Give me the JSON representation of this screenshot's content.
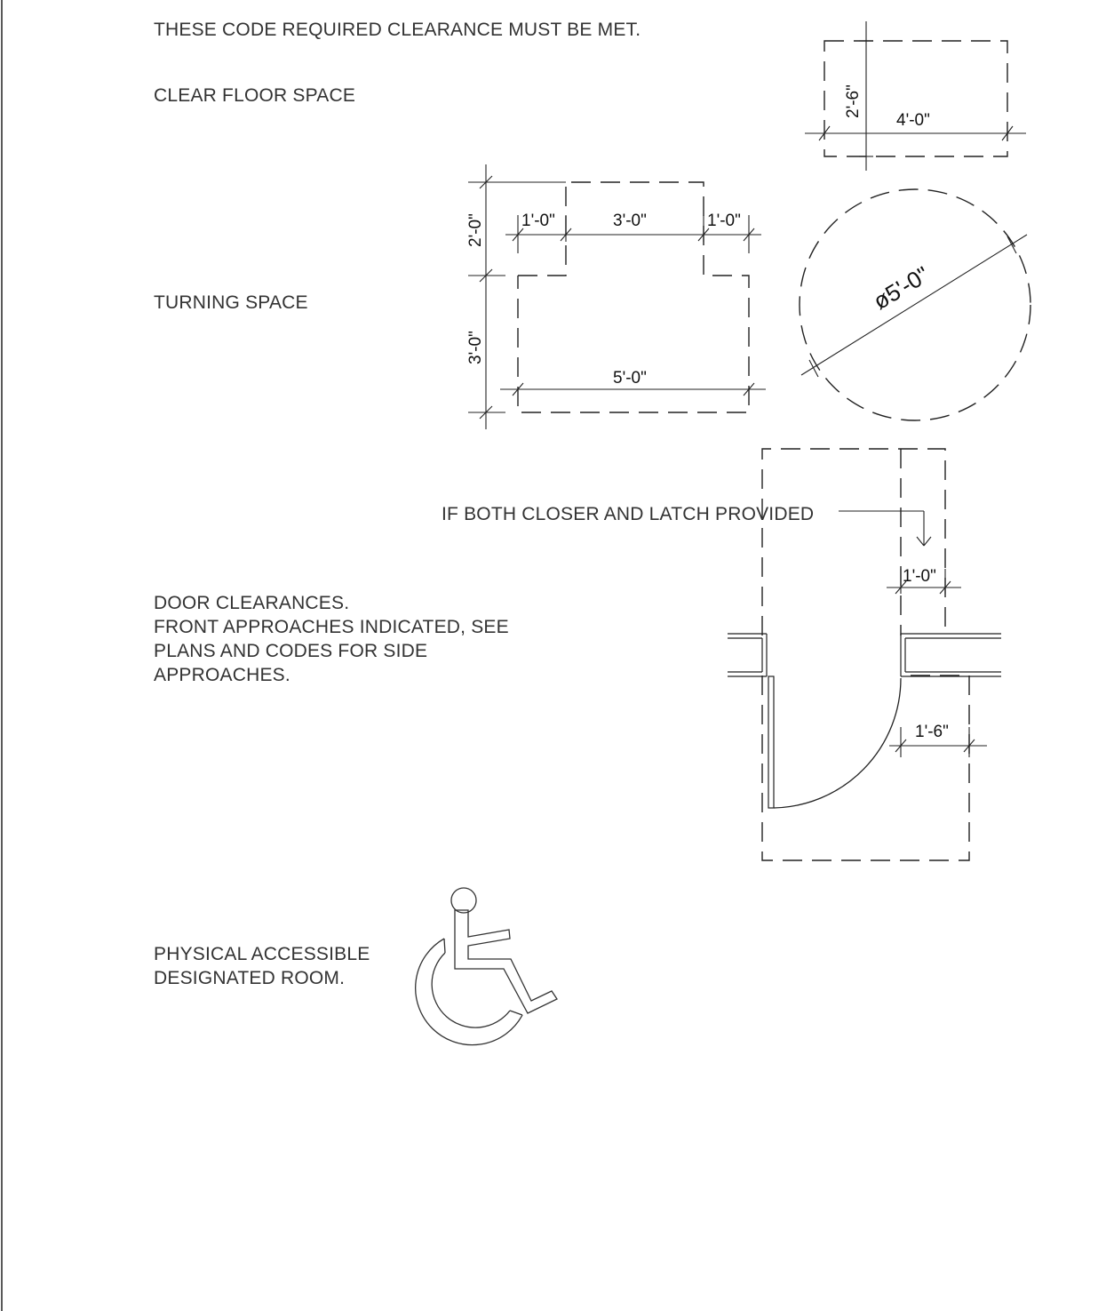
{
  "notes": {
    "header": "THESE CODE REQUIRED CLEARANCE MUST BE MET.",
    "clear_floor": "CLEAR FLOOR SPACE",
    "turning": "TURNING SPACE",
    "door_line1": "DOOR CLEARANCES.",
    "door_line2": "FRONT APPROACHES INDICATED, SEE",
    "door_line3": "PLANS AND CODES FOR SIDE",
    "door_line4": "APPROACHES.",
    "accessible_line1": "PHYSICAL ACCESSIBLE",
    "accessible_line2": "DESIGNATED ROOM.",
    "closer_latch": "IF BOTH CLOSER AND LATCH PROVIDED"
  },
  "dims": {
    "cfs_depth": "2'-6\"",
    "cfs_width": "4'-0\"",
    "t_left": "1'-0\"",
    "t_mid": "3'-0\"",
    "t_right": "1'-0\"",
    "t_top": "2'-0\"",
    "t_bottom": "3'-0\"",
    "t_width": "5'-0\"",
    "circle_dia": "ø5'-0\"",
    "door_latch": "1'-0\"",
    "door_push": "1'-6\""
  },
  "icons": {
    "accessibility": "wheelchair-icon"
  }
}
